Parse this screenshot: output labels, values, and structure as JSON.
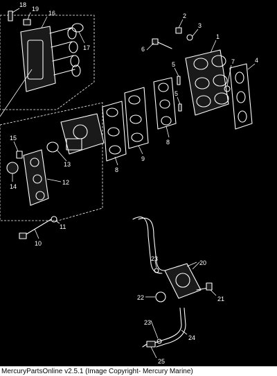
{
  "callouts": {
    "c1": "1",
    "c2": "2",
    "c3": "3",
    "c4": "4",
    "c5a": "5",
    "c5b": "5",
    "c6": "6",
    "c7": "7",
    "c8a": "8",
    "c8b": "8",
    "c9": "9",
    "c10": "10",
    "c11": "11",
    "c12": "12",
    "c13": "13",
    "c14": "14",
    "c15": "15",
    "c16": "16",
    "c17": "17",
    "c18": "18",
    "c19": "19",
    "c20": "20",
    "c21": "21",
    "c22": "22",
    "c23a": "23",
    "c23b": "23",
    "c24": "24",
    "c25": "25"
  },
  "caption": "MercuryPartsOnline v2.5.1 (Image Copyright- Mercury Marine)"
}
